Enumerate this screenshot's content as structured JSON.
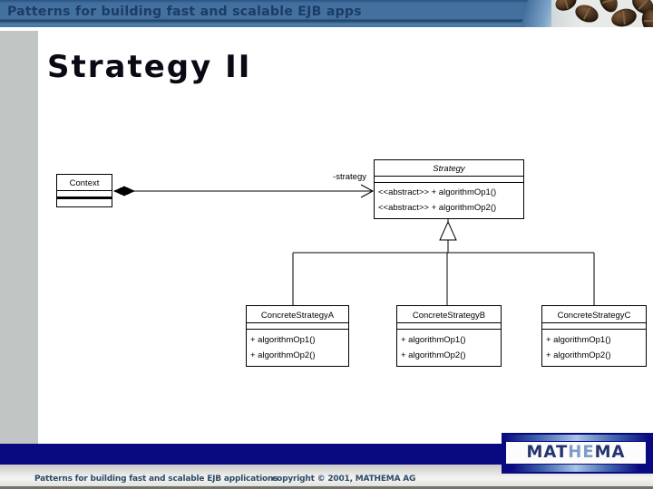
{
  "header": {
    "title": "Patterns for building fast and scalable EJB apps"
  },
  "slide": {
    "title": "Strategy II"
  },
  "uml": {
    "context": {
      "name": "Context"
    },
    "association": {
      "role_label": "-strategy"
    },
    "strategy": {
      "name": "Strategy",
      "operations": [
        "<<abstract>> + algorithmOp1()",
        "<<abstract>> + algorithmOp2()"
      ]
    },
    "concrete": [
      {
        "name": "ConcreteStrategyA",
        "operations": [
          "+ algorithmOp1()",
          "+ algorithmOp2()"
        ]
      },
      {
        "name": "ConcreteStrategyB",
        "operations": [
          "+ algorithmOp1()",
          "+ algorithmOp2()"
        ]
      },
      {
        "name": "ConcreteStrategyC",
        "operations": [
          "+ algorithmOp1()",
          "+ algorithmOp2()"
        ]
      }
    ]
  },
  "footer": {
    "left_text": "Patterns for building fast and scalable EJB applications",
    "copyright_text": "copyright © 2001, MATHEMA AG",
    "logo": {
      "full": "MATHEMA",
      "parts": [
        "MAT",
        "HE",
        "MA"
      ]
    }
  },
  "colors": {
    "header_bar": "#44719f",
    "header_text": "#1b3c66",
    "sidebar_gray": "#c1c5c4",
    "slide_title": "#0a0a14",
    "footer_bar_navy": "#0a0a80",
    "footer_text": "#2b4a66",
    "logo_text_navy": "#23346f",
    "logo_text_light": "#7e9dca"
  }
}
